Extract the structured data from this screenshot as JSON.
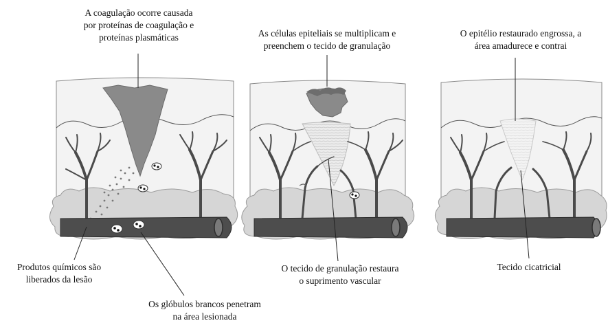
{
  "labels": {
    "coagulation_line1": "A coagulação ocorre causada",
    "coagulation_line2": "por proteínas de coagulação e",
    "coagulation_line3": "proteínas plasmáticas",
    "epithelial_line1": "As células epiteliais se multiplicam e",
    "epithelial_line2": "preenchem o tecido de granulação",
    "restored_line1": "O epitélio restaurado engrossa, a",
    "restored_line2": "área amadurece e contrai",
    "chemicals_line1": "Produtos químicos são",
    "chemicals_line2": "liberados da lesão",
    "granulation_line1": "O tecido de granulação restaura",
    "granulation_line2": "o suprimento vascular",
    "scar": "Tecido cicatricial",
    "wbc_line1": "Os glóbulos brancos penetram",
    "wbc_line2": "na área lesionada"
  },
  "colors": {
    "clot": "#8a8a8a",
    "vessel": "#4d4d4d",
    "fat": "#d6d6d6",
    "tissue": "#f2f2f2",
    "outline": "#444444"
  }
}
